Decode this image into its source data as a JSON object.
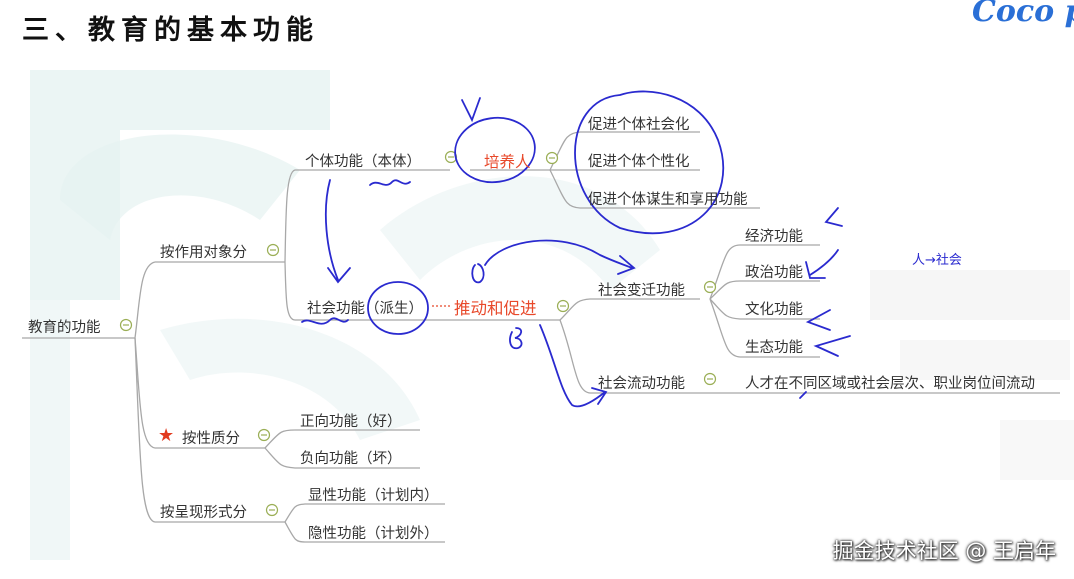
{
  "title": "三、教育的基本功能",
  "logo": "Coco p",
  "root": "教育的功能",
  "by_object": {
    "label": "按作用对象分",
    "individual": {
      "label": "个体功能（本体）",
      "core": "培养人",
      "children": [
        "促进个体社会化",
        "促进个体个性化",
        "促进个体谋生和享用功能"
      ]
    },
    "social": {
      "label": "社会功能（派生）",
      "core": "推动和促进",
      "change": {
        "label": "社会变迁功能",
        "children": [
          "经济功能",
          "政治功能",
          "文化功能",
          "生态功能"
        ]
      },
      "mobility": {
        "label": "社会流动功能",
        "child": "人才在不同区域或社会层次、职业岗位间流动"
      }
    }
  },
  "by_nature": {
    "label": "按性质分",
    "children": [
      "正向功能（好）",
      "负向功能（坏）"
    ]
  },
  "by_form": {
    "label": "按呈现形式分",
    "children": [
      "显性功能（计划内）",
      "隐性功能（计划外）"
    ]
  },
  "annotation": "人→社会",
  "watermark": "掘金技术社区 @ 王启年",
  "colors": {
    "connector": "#a8a8a8",
    "ink": "#2a2acf",
    "highlight": "#e8492b",
    "background_shape": "#e6f2f1",
    "collapse_icon": "#9aae55"
  }
}
